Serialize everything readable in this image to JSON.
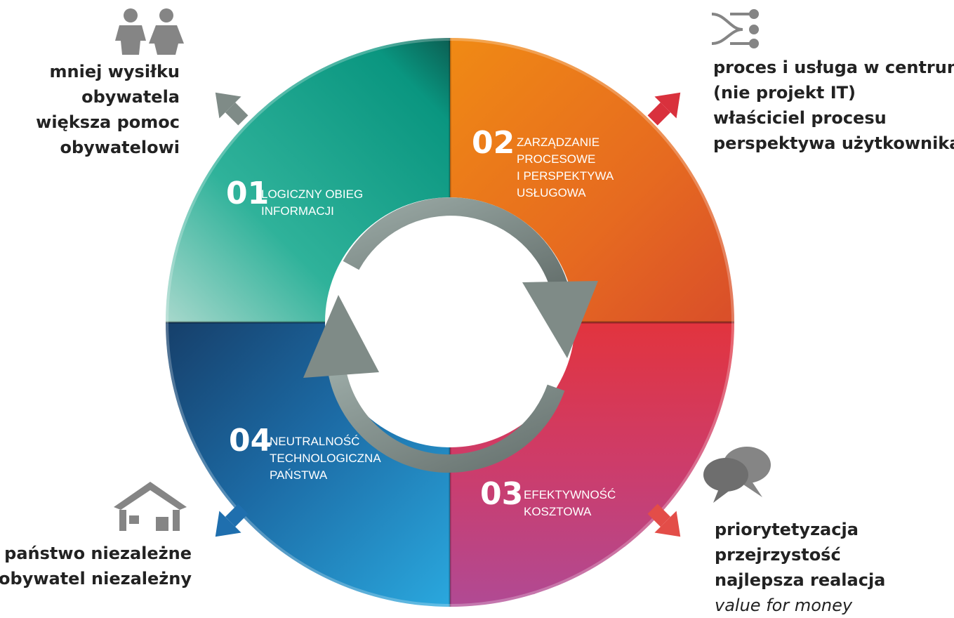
{
  "quadrants": [
    {
      "number": "01",
      "line1": "LOGICZNY OBIEG",
      "line2": "INFORMACJI",
      "line3": "",
      "line4": ""
    },
    {
      "number": "02",
      "line1": "ZARZĄDZANIE",
      "line2": "PROCESOWE",
      "line3": "I PERSPEKTYWA",
      "line4": "USŁUGOWA"
    },
    {
      "number": "03",
      "line1": "EFEKTYWNOŚĆ",
      "line2": "KOSZTOWA",
      "line3": "",
      "line4": ""
    },
    {
      "number": "04",
      "line1": "NEUTRALNOŚĆ",
      "line2": "TECHNOLOGICZNA",
      "line3": "PAŃSTWA",
      "line4": ""
    }
  ],
  "notes": {
    "top_left": [
      "mniej wysiłku",
      "obywatela",
      "większa pomoc",
      "obywatelowi"
    ],
    "top_right": [
      "proces i usługa w centrum",
      "(nie projekt IT)",
      "właściciel procesu",
      "perspektywa użytkownika"
    ],
    "bottom_left": [
      "państwo niezależne",
      "obywatel niezależny"
    ],
    "bottom_right": [
      "priorytetyzacja",
      "przejrzystość",
      "najlepsza realacja",
      "value for money"
    ]
  },
  "icons": {
    "top_left": "people-icon",
    "top_right": "flow-branches-icon",
    "bottom_left": "house-icon",
    "bottom_right": "speech-bubbles-icon"
  },
  "colors": {
    "teal": "#0f9d86",
    "orange": "#ec7a1c",
    "red": "#e0323f",
    "magenta": "#b3458f",
    "blue_dark": "#17466f",
    "blue_light": "#2a9ed6",
    "arrow_grey": "#7f8b87",
    "icon_grey": "#858585",
    "text": "#222222"
  }
}
